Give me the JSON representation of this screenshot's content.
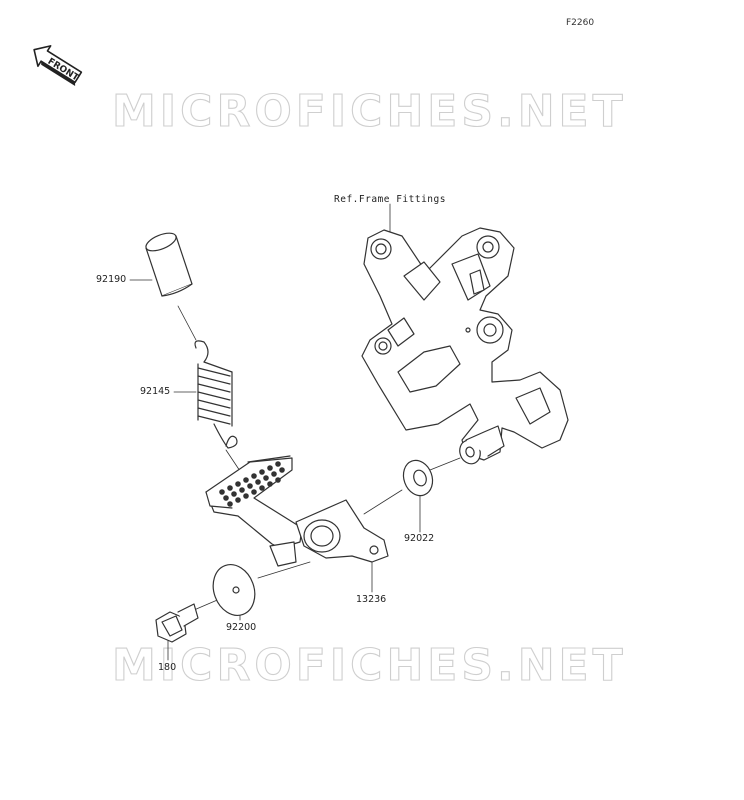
{
  "figure_code": "F2260",
  "watermark": "MICROFICHES.NET",
  "front_indicator": "FRONT",
  "reference_label": "Ref.Frame Fittings",
  "parts": [
    {
      "number": "92190",
      "desc": ""
    },
    {
      "number": "92145",
      "desc": ""
    },
    {
      "number": "92022",
      "desc": ""
    },
    {
      "number": "13236",
      "desc": ""
    },
    {
      "number": "92200",
      "desc": ""
    },
    {
      "number": "180",
      "desc": ""
    }
  ],
  "colors": {
    "line": "#333333",
    "watermark": "#cfcfcf",
    "background": "#ffffff"
  }
}
